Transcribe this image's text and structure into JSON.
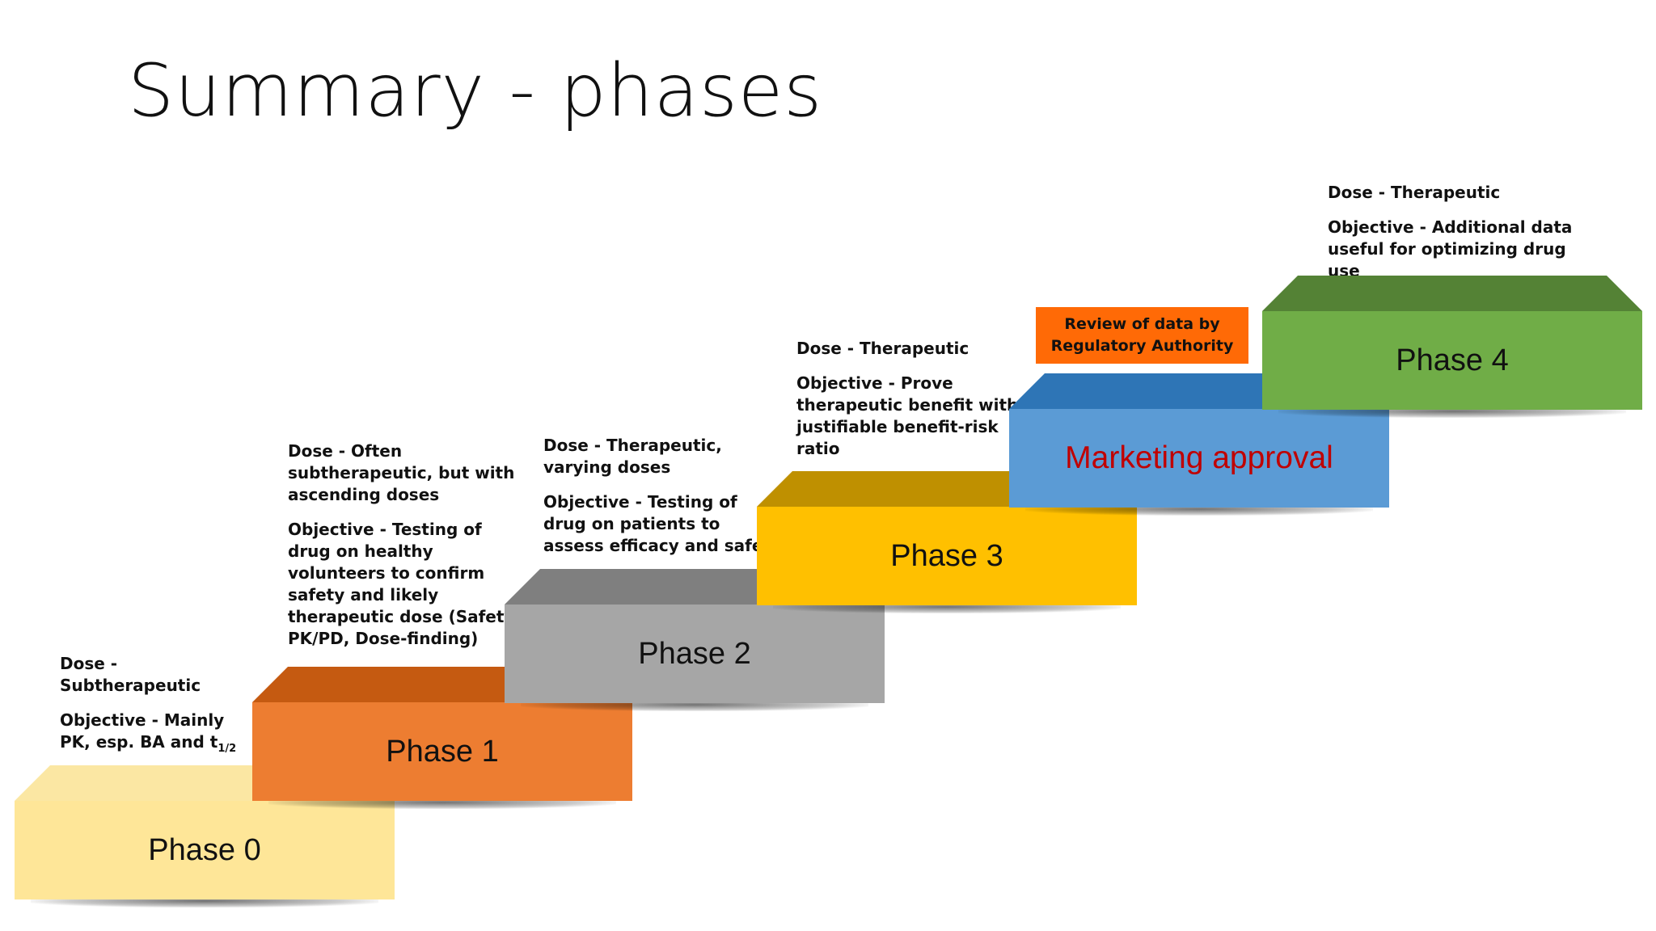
{
  "title": "Summary - phases",
  "phases": [
    {
      "label": "Phase 0",
      "dose": "Dose -",
      "dose2": "Subtherapeutic",
      "objective_lines": [
        "Objective -  Mainly",
        "PK, esp. BA and t"
      ],
      "subscript": "1/2",
      "colors": {
        "top": "#fbe7a3",
        "face": "#fee698"
      }
    },
    {
      "label": "Phase 1",
      "dose_lines": [
        "Dose - Often",
        "subtherapeutic, but with",
        "ascending doses"
      ],
      "objective_lines": [
        "Objective -  Testing of",
        "drug on healthy",
        "volunteers to confirm",
        "safety and likely",
        "therapeutic dose (Safety,",
        "PK/PD, Dose-finding)"
      ],
      "colors": {
        "top": "#c55a11",
        "face": "#ed7d31"
      }
    },
    {
      "label": "Phase 2",
      "dose_lines": [
        "Dose - Therapeutic,",
        "varying doses"
      ],
      "objective_lines": [
        "Objective -  Testing of",
        "drug on patients to",
        "assess efficacy and safety"
      ],
      "colors": {
        "top": "#7f7f7f",
        "face": "#a6a6a6"
      }
    },
    {
      "label": "Phase 3",
      "dose_lines": [
        "Dose - Therapeutic"
      ],
      "objective_lines": [
        "Objective -  Prove",
        "therapeutic benefit with",
        "justifiable benefit-risk",
        "ratio"
      ],
      "colors": {
        "top": "#bf9000",
        "face": "#ffc000"
      }
    },
    {
      "label": "Marketing approval",
      "colors": {
        "top": "#2e75b6",
        "face": "#5b9bd5",
        "text": "#c00000"
      }
    },
    {
      "label": "Phase 4",
      "dose_lines": [
        "Dose - Therapeutic"
      ],
      "objective_lines": [
        "Objective -  Additional data",
        "useful for optimizing drug use"
      ],
      "colors": {
        "top": "#548235",
        "face": "#70ad47"
      }
    }
  ],
  "review": {
    "line1": "Review of data by",
    "line2": "Regulatory Authority",
    "color": "#ff6a06"
  }
}
